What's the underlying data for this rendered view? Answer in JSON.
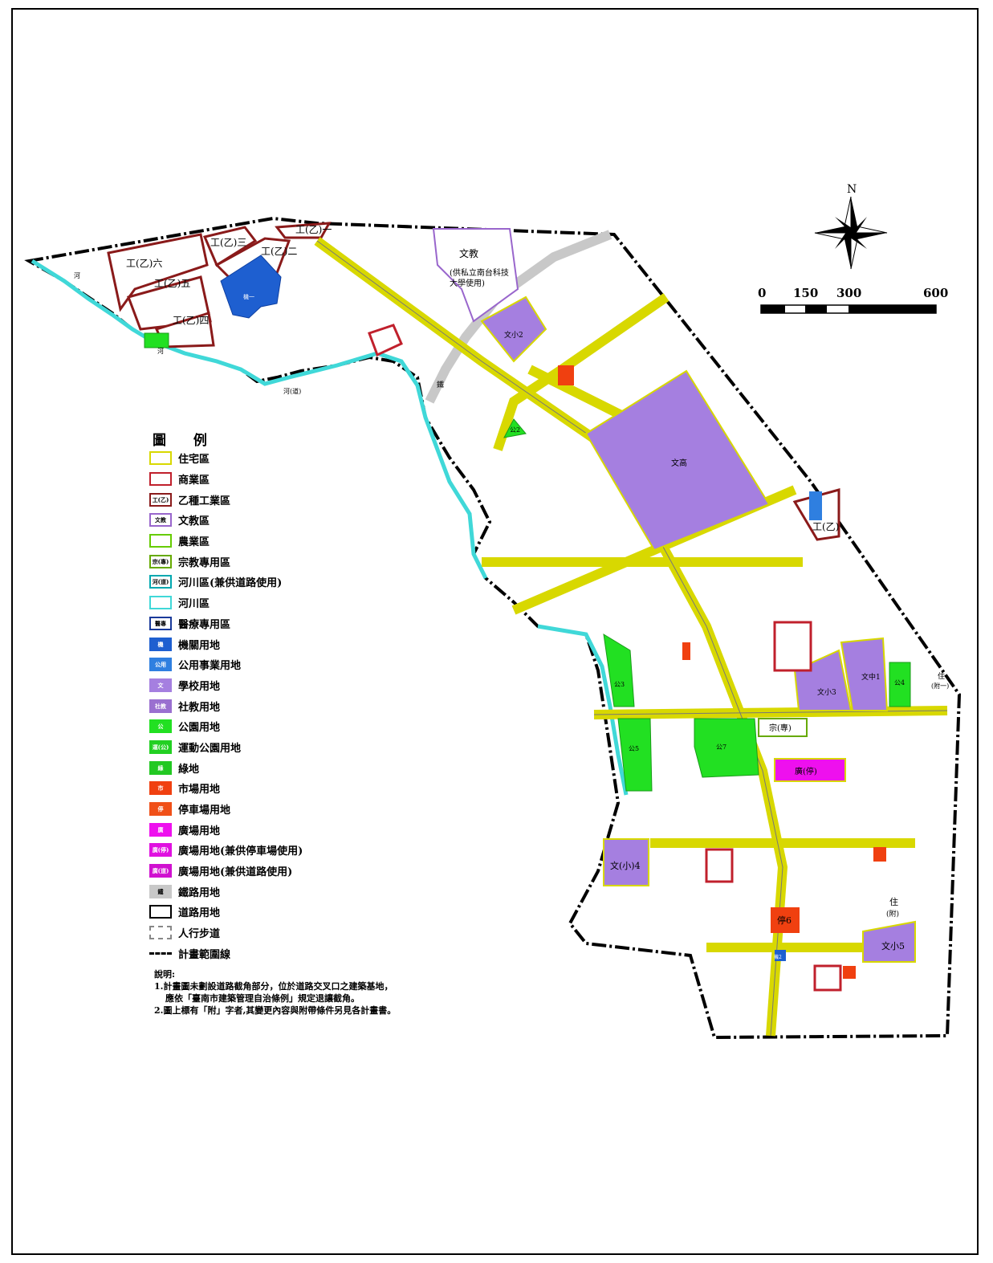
{
  "north_label": "N",
  "scale_bar": {
    "ticks": [
      "0",
      "150",
      "300",
      "600"
    ]
  },
  "legend": {
    "title": "圖 例",
    "items": [
      {
        "code": "",
        "label": "住宅區",
        "fill": "#ffffff",
        "border": "#d8d800"
      },
      {
        "code": "",
        "label": "商業區",
        "fill": "#ffffff",
        "border": "#c0202c"
      },
      {
        "code": "工(乙)",
        "label": "乙種工業區",
        "fill": "#ffffff",
        "border": "#8a1a1a"
      },
      {
        "code": "文教",
        "label": "文教區",
        "fill": "#ffffff",
        "border": "#9966cc"
      },
      {
        "code": "",
        "label": "農業區",
        "fill": "#ffffff",
        "border": "#66cc00"
      },
      {
        "code": "宗(專)",
        "label": "宗教專用區",
        "fill": "#ffffff",
        "border": "#66aa00"
      },
      {
        "code": "河(道)",
        "label": "河川區(兼供道路使用)",
        "fill": "#ffffff",
        "border": "#00a8b0"
      },
      {
        "code": "",
        "label": "河川區",
        "fill": "#ffffff",
        "border": "#40d8d8"
      },
      {
        "code": "醫專",
        "label": "醫療專用區",
        "fill": "#ffffff",
        "border": "#1a3a9a"
      },
      {
        "code": "機",
        "label": "機關用地",
        "fill": "#1e5fd0",
        "border": "#1e5fd0"
      },
      {
        "code": "公用",
        "label": "公用事業用地",
        "fill": "#2f7fe0",
        "border": "#2f7fe0"
      },
      {
        "code": "文",
        "label": "學校用地",
        "fill": "#a57fe0",
        "border": "#a57fe0"
      },
      {
        "code": "社教",
        "label": "社教用地",
        "fill": "#9a70d0",
        "border": "#9a70d0"
      },
      {
        "code": "公",
        "label": "公園用地",
        "fill": "#22e022",
        "border": "#22e022"
      },
      {
        "code": "運(公)",
        "label": "運動公園用地",
        "fill": "#22d022",
        "border": "#22d022"
      },
      {
        "code": "綠",
        "label": "綠地",
        "fill": "#22c822",
        "border": "#22c822"
      },
      {
        "code": "市",
        "label": "市場用地",
        "fill": "#f04010",
        "border": "#f04010"
      },
      {
        "code": "停",
        "label": "停車場用地",
        "fill": "#f05018",
        "border": "#f05018"
      },
      {
        "code": "廣",
        "label": "廣場用地",
        "fill": "#ee10ee",
        "border": "#ee10ee"
      },
      {
        "code": "廣(停)",
        "label": "廣場用地(兼供停車場使用)",
        "fill": "#e010e0",
        "border": "#e010e0"
      },
      {
        "code": "廣(道)",
        "label": "廣場用地(兼供道路使用)",
        "fill": "#d010d0",
        "border": "#d010d0"
      },
      {
        "code": "鐵",
        "label": "鐵路用地",
        "fill": "#c8c8c8",
        "border": "#c8c8c8"
      },
      {
        "code": "",
        "label": "道路用地",
        "fill": "#ffffff",
        "border": "#000000"
      },
      {
        "code": "",
        "label": "人行步道",
        "fill": "#ffffff",
        "border": "#888888"
      },
      {
        "code": "",
        "label": "計畫範圍線",
        "fill": "#ffffff",
        "border": "#000000"
      }
    ]
  },
  "notes": {
    "title": "說明:",
    "line1": "1.計畫圖未劃設道路截角部分，位於道路交叉口之建築基地，",
    "line1b": "應依「臺南市建築管理自治條例」規定退讓截角。",
    "line2": "2.圖上標有「附」字者,其變更內容與附帶條件另見各計畫書。"
  },
  "map_labels": {
    "ind6": "工(乙)六",
    "ind5": "工(乙)五",
    "ind4": "工(乙)四",
    "ind3": "工(乙)三",
    "ind2": "工(乙)二",
    "ind1": "工(乙)一",
    "ind_e": "工(乙)",
    "edu_zone": "文教",
    "edu_note1": "(供私立南台科技",
    "edu_note2": "大學使用)",
    "sch_s2": "文小2",
    "sch_h": "文高",
    "sch_s3": "文小3",
    "sch_m1": "文中1",
    "sch_s4": "文(小)4",
    "sch_s5": "文小5",
    "park2": "公2",
    "park3": "公3",
    "park4": "公4",
    "park5": "公5",
    "park7": "公7",
    "sq_park": "廣(停)",
    "rel": "宗(專)",
    "res_e": "住",
    "res_e2": "(附一)",
    "res_s": "住",
    "res_s2": "(附)",
    "park6": "停6",
    "river_a": "河",
    "river_b": "河",
    "river_c": "河(道)",
    "rail": "鐵",
    "gov1": "機一",
    "gov2": "機2"
  },
  "colors": {
    "residential_border": "#d8d800",
    "commercial": "#c0202c",
    "industrial": "#8a1a1a",
    "school": "#a57fe0",
    "park": "#22e022",
    "parking": "#f04010",
    "square": "#ee10ee",
    "gov": "#1e5fd0",
    "rail": "#c8c8c8",
    "river": "#40d8d8",
    "boundary": "#000000"
  }
}
